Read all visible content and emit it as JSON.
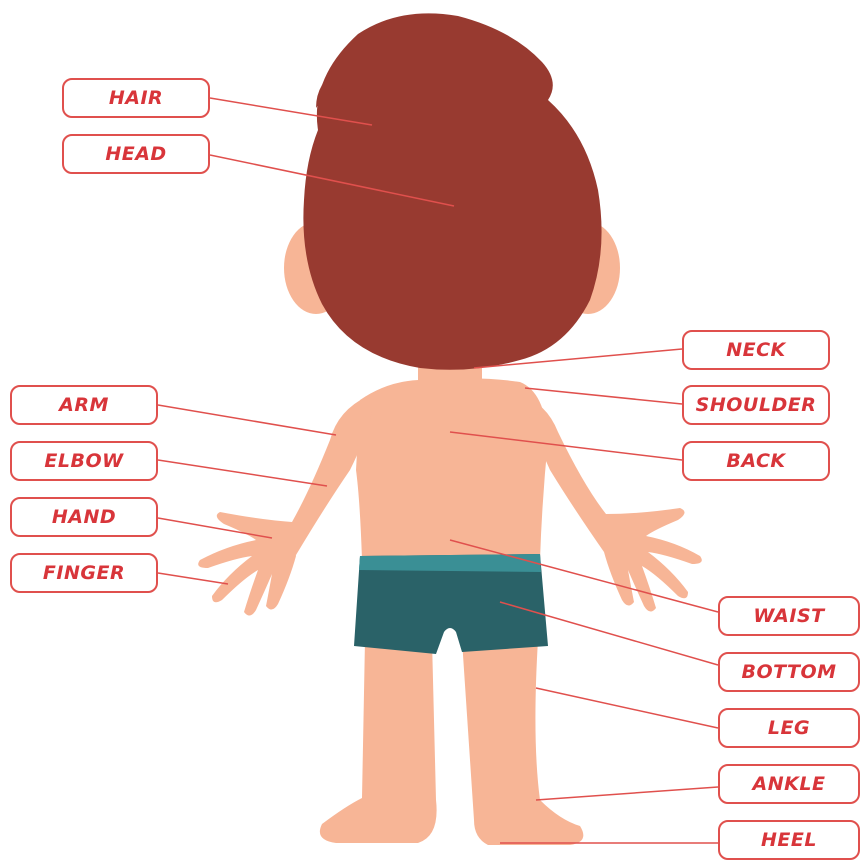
{
  "colors": {
    "accent": "#e0504d",
    "label_text": "#d8353a",
    "hair": "#983a30",
    "skin": "#f7b596",
    "shorts": "#2a6268",
    "shorts_band": "#3a8f95"
  },
  "labels": {
    "hair": "HAIR",
    "head": "HEAD",
    "arm": "ARM",
    "elbow": "ELBOW",
    "hand": "HAND",
    "finger": "FINGER",
    "neck": "NECK",
    "shoulder": "SHOULDER",
    "back": "BACK",
    "waist": "WAIST",
    "bottom": "BOTTOM",
    "leg": "LEG",
    "ankle": "ANKLE",
    "heel": "HEEL"
  }
}
